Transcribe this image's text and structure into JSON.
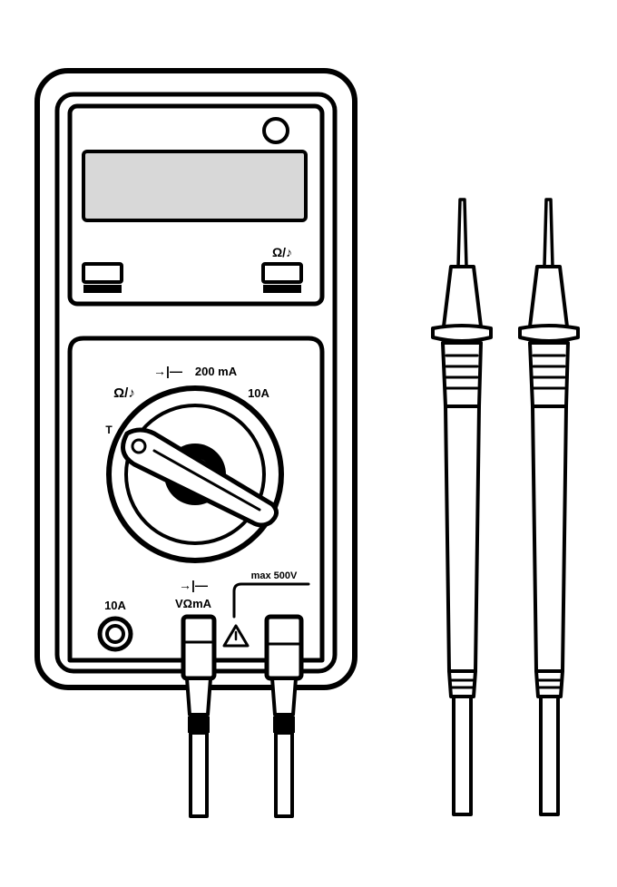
{
  "multimeter": {
    "left_button_label": "",
    "right_button_label": "",
    "dial_labels": {
      "ohm_beep": "Ω/♪",
      "diode": "→|—",
      "ma_range": "200 mA",
      "amp_range": "10A",
      "temperature": "T"
    },
    "jack_labels": {
      "ten_amp": "10A",
      "vohm_ma_symbol": "→|—",
      "vohm_ma": "VΩmA",
      "max_rating": "max 500V"
    }
  },
  "colors": {
    "line": "#000000",
    "lcd_fill": "#d8d8d8",
    "background": "#ffffff"
  },
  "icons": [
    "power-button-icon",
    "warning-triangle-icon",
    "rotary-dial-icon",
    "jack-10a-icon"
  ]
}
